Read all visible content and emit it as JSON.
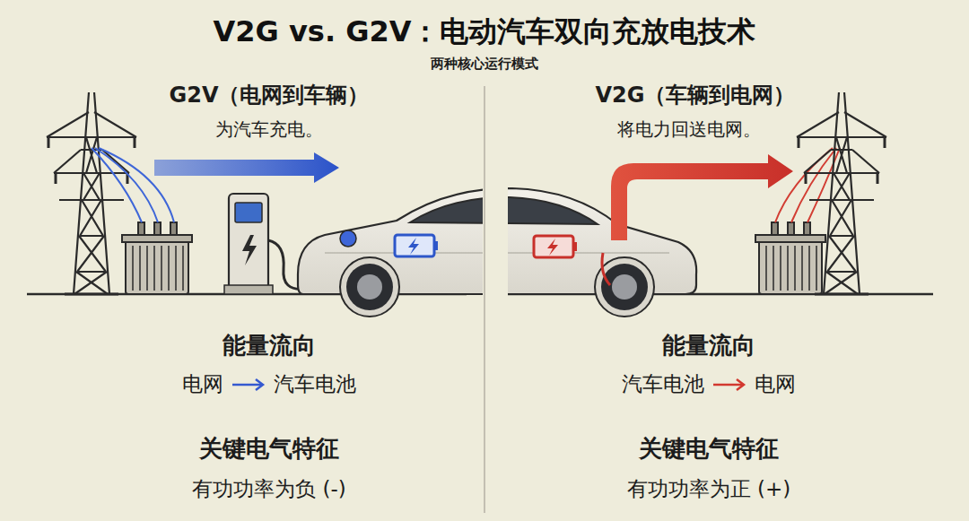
{
  "diagram": {
    "title": "V2G vs. G2V：电动汽车双向充放电技术",
    "labels": [
      "两种核心运行模式",
      "G2V（电网到车辆）",
      "为汽车充电。",
      "V2G（车辆到电网）",
      "将电力回送电网。",
      "能量流向",
      "电网",
      "汽车电池",
      "关键电气特征",
      "有功功率为负 (-)",
      "能量流向",
      "汽车电池",
      "电网",
      "关键电气特征",
      "有功功率为正 (+)"
    ]
  }
}
